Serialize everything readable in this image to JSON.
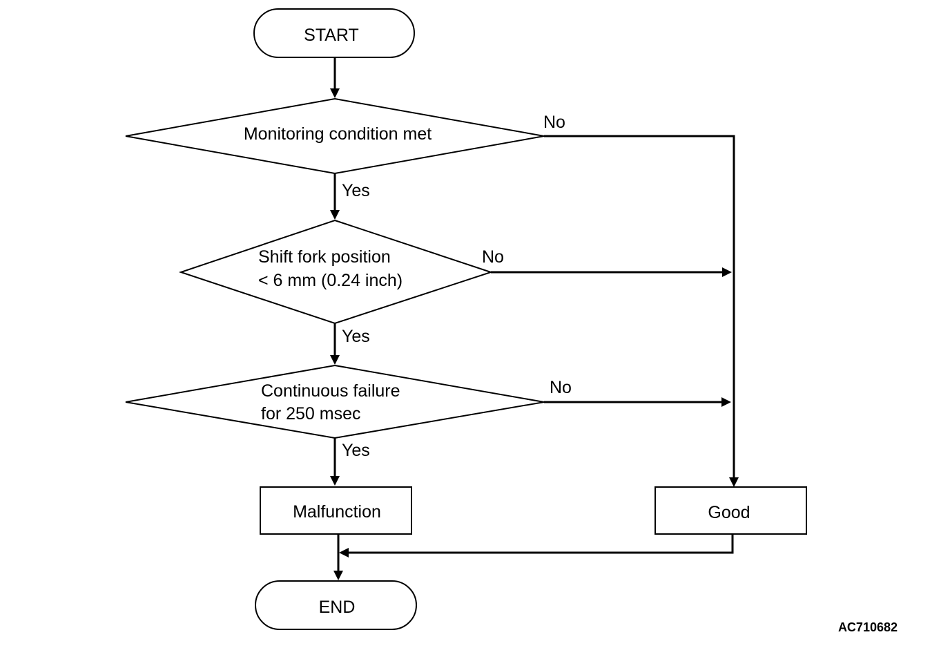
{
  "nodes": {
    "start": "START",
    "cond1": "Monitoring condition met",
    "cond2_line1": "Shift fork position",
    "cond2_line2": "< 6 mm (0.24 inch)",
    "cond3_line1": "Continuous failure",
    "cond3_line2": "for 250 msec",
    "malfunction": "Malfunction",
    "good": "Good",
    "end": "END"
  },
  "edges": {
    "cond1_yes": "Yes",
    "cond1_no": "No",
    "cond2_yes": "Yes",
    "cond2_no": "No",
    "cond3_yes": "Yes",
    "cond3_no": "No"
  },
  "figure_code": "AC710682"
}
